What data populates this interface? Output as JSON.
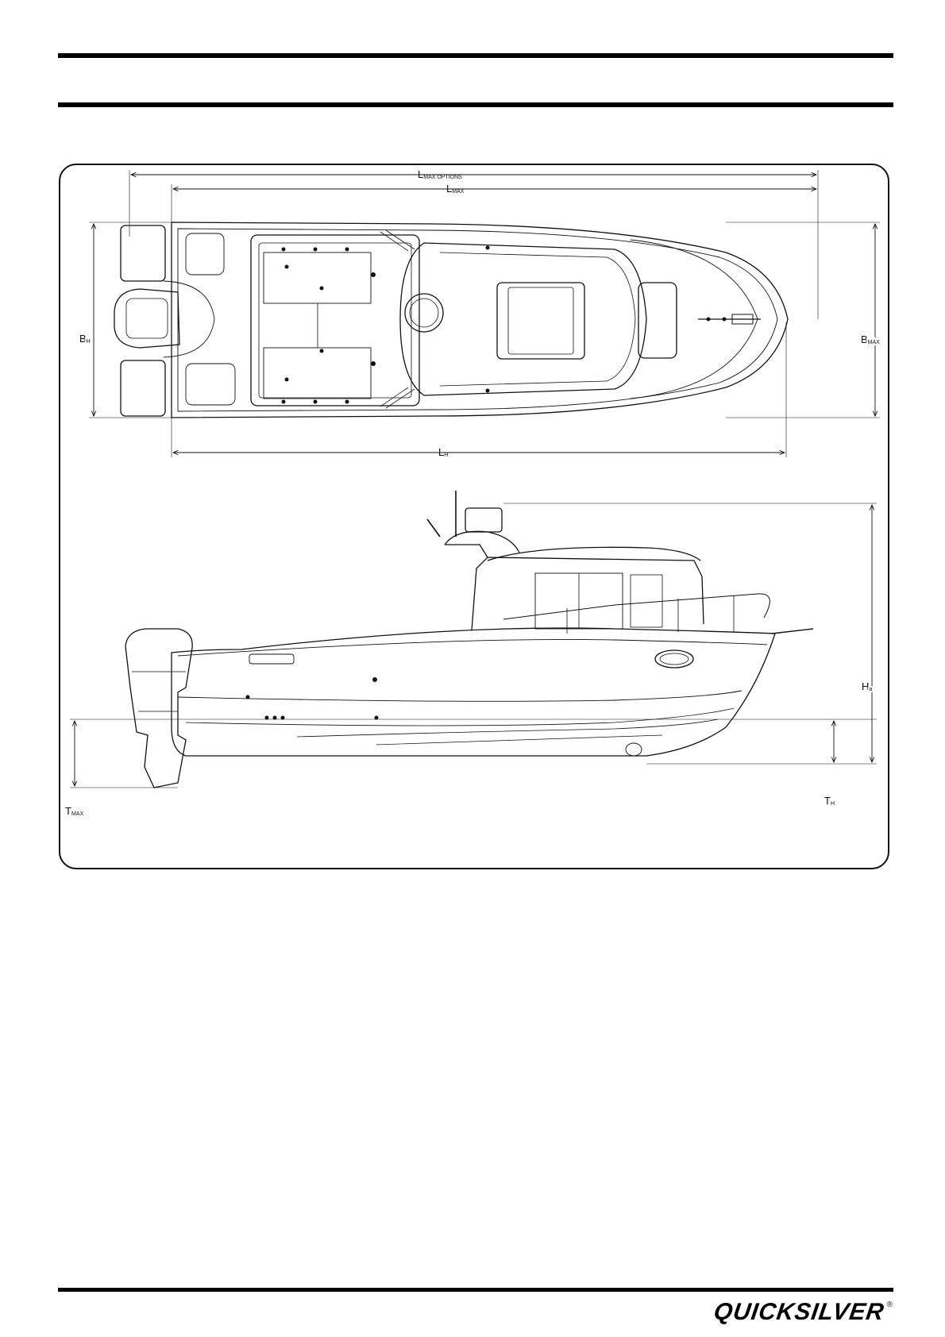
{
  "drawing": {
    "labels": {
      "lmax_options": {
        "main": "L",
        "sub": "MAX OPTIONS"
      },
      "lmax": {
        "main": "L",
        "sub": "MAX"
      },
      "lh": {
        "main": "L",
        "sub": "H"
      },
      "bh": {
        "main": "B",
        "sub": "H"
      },
      "bmax": {
        "main": "B",
        "sub": "MAX"
      },
      "ha": {
        "main": "H",
        "sub": "a"
      },
      "th": {
        "main": "T",
        "sub": "H"
      },
      "tmax": {
        "main": "T",
        "sub": "MAX"
      }
    }
  },
  "footer": {
    "brand": "QUICKSILVER",
    "registered_mark": "®"
  }
}
